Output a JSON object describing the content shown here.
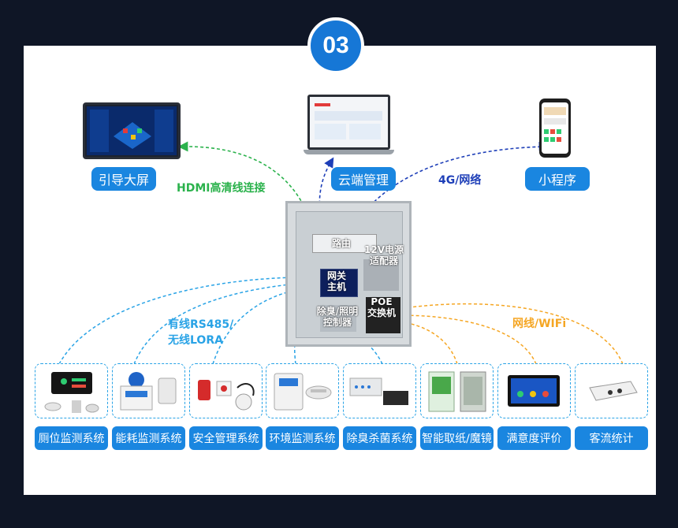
{
  "badge": {
    "number": "03"
  },
  "top_devices": {
    "screen_label": "引导大屏",
    "cloud_label": "云端管理",
    "mini_label": "小程序"
  },
  "links": {
    "hdmi": "HDMI高清线连接",
    "net4g": "4G/网络",
    "wired": "有线RS485/\n无线LORA",
    "wifi": "网线/WIFi"
  },
  "cabinet": {
    "router": "路由",
    "power": "12V电源\n适配器",
    "gateway": "网关\n主机",
    "deodor": "除臭/照明\n控制器",
    "poe": "POE\n交换机"
  },
  "systems": [
    {
      "label": "厕位监测系统",
      "icon": "occupancy-sign-icon"
    },
    {
      "label": "能耗监测系统",
      "icon": "meter-icon"
    },
    {
      "label": "安全管理系统",
      "icon": "alarm-icon"
    },
    {
      "label": "环境监测系统",
      "icon": "air-sensor-icon"
    },
    {
      "label": "除臭杀菌系统",
      "icon": "deodorizer-icon"
    },
    {
      "label": "智能取纸/魔镜",
      "icon": "paper-dispenser-icon"
    },
    {
      "label": "满意度评价",
      "icon": "rating-panel-icon"
    },
    {
      "label": "客流统计",
      "icon": "people-counter-icon"
    }
  ],
  "colors": {
    "accent": "#1a86e0",
    "green": "#2bb24c",
    "navy": "#1e3fb8",
    "orange": "#f5a623",
    "cyan": "#29a3e6"
  }
}
